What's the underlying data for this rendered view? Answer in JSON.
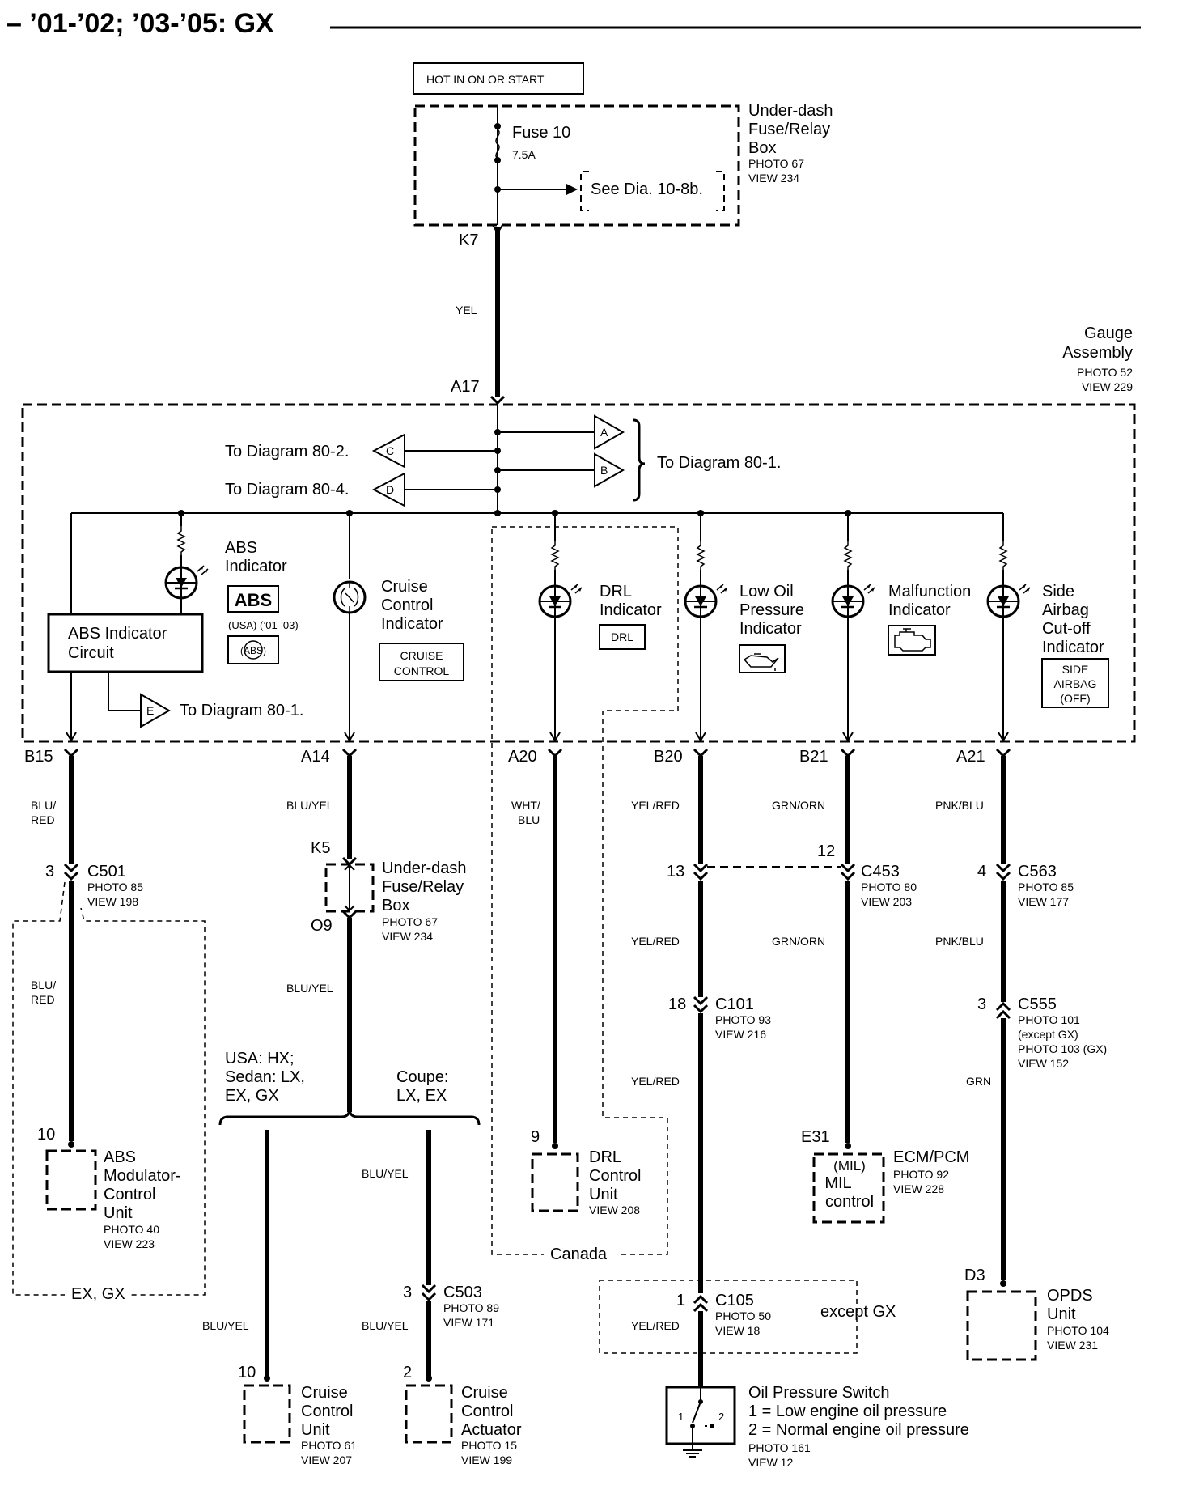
{
  "title": "– ’01-’02; ’03-’05: GX",
  "hot_label": "HOT IN ON OR START",
  "fuse_box": {
    "fuse_label": "Fuse 10",
    "fuse_rating": "7.5A",
    "see_dia": "See Dia. 10-8b.",
    "name_lines": [
      "Under-dash",
      "Fuse/Relay",
      "Box"
    ],
    "photo": "PHOTO 67",
    "view": "VIEW 234",
    "terminal": "K7"
  },
  "main_wire_color": "YEL",
  "gauge": {
    "name_lines": [
      "Gauge",
      "Assembly"
    ],
    "photo": "PHOTO 52",
    "view": "VIEW 229",
    "terminal": "A17",
    "to_diagram_c": "To Diagram 80-2.",
    "to_diagram_d": "To Diagram 80-4.",
    "to_diagram_ab": "To Diagram 80-1.",
    "to_diagram_e": "To Diagram 80-1.",
    "conn_a": "A",
    "conn_b": "B",
    "conn_c": "C",
    "conn_d": "D",
    "conn_e": "E",
    "abs_indicator_lines": [
      "ABS",
      "Indicator"
    ],
    "abs_symbol": "ABS",
    "abs_note": "(USA) (’01-’03)",
    "abs_circle_symbol": "(ABS)",
    "abs_circuit_lines": [
      "ABS Indicator",
      "Circuit"
    ],
    "cruise_indicator_lines": [
      "Cruise",
      "Control",
      "Indicator"
    ],
    "cruise_badge_lines": [
      "CRUISE",
      "CONTROL"
    ],
    "drl_indicator_lines": [
      "DRL",
      "Indicator"
    ],
    "drl_badge": "DRL",
    "oil_indicator_lines": [
      "Low Oil",
      "Pressure",
      "Indicator"
    ],
    "mal_indicator_lines": [
      "Malfunction",
      "Indicator"
    ],
    "airbag_indicator_lines": [
      "Side",
      "Airbag",
      "Cut-off",
      "Indicator"
    ],
    "airbag_badge_lines": [
      "SIDE",
      "AIRBAG",
      "(OFF)"
    ]
  },
  "abs_branch": {
    "terminal": "B15",
    "wire1_lines": [
      "BLU/",
      "RED"
    ],
    "conn_pin": "3",
    "conn": "C501",
    "conn_photo": "PHOTO 85",
    "conn_view": "VIEW 198",
    "wire2_lines": [
      "BLU/",
      "RED"
    ],
    "unit_pin": "10",
    "unit_lines": [
      "ABS",
      "Modulator-",
      "Control",
      "Unit"
    ],
    "unit_photo": "PHOTO 40",
    "unit_view": "VIEW 223",
    "region": "EX, GX"
  },
  "cruise_branch": {
    "terminal": "A14",
    "wire1": "BLU/YEL",
    "box_in": "K5",
    "box_out": "O9",
    "box_lines": [
      "Under-dash",
      "Fuse/Relay",
      "Box"
    ],
    "box_photo": "PHOTO 67",
    "box_view": "VIEW 234",
    "wire2": "BLU/YEL",
    "usa_lines": [
      "USA: HX;",
      "Sedan: LX,",
      "EX, GX"
    ],
    "coupe_lines": [
      "Coupe:",
      "LX, EX"
    ],
    "wire_left": "BLU/YEL",
    "wire_right_top": "BLU/YEL",
    "wire_right_bottom": "BLU/YEL",
    "c503_pin": "3",
    "c503": "C503",
    "c503_photo": "PHOTO 89",
    "c503_view": "VIEW 171",
    "unit_pin": "10",
    "unit_lines": [
      "Cruise",
      "Control",
      "Unit"
    ],
    "unit_photo": "PHOTO 61",
    "unit_view": "VIEW 207",
    "act_pin": "2",
    "act_lines": [
      "Cruise",
      "Control",
      "Actuator"
    ],
    "act_photo": "PHOTO 15",
    "act_view": "VIEW 199"
  },
  "drl_branch": {
    "terminal": "A20",
    "wire_lines": [
      "WHT/",
      "BLU"
    ],
    "unit_pin": "9",
    "unit_lines": [
      "DRL",
      "Control",
      "Unit"
    ],
    "unit_view": "VIEW 208",
    "region": "Canada"
  },
  "oil_branch": {
    "terminal": "B20",
    "wire1": "YEL/RED",
    "c453_pin": "13",
    "wire2": "YEL/RED",
    "c101_pin": "18",
    "c101": "C101",
    "c101_photo": "PHOTO 93",
    "c101_view": "VIEW 216",
    "wire3": "YEL/RED",
    "c105_pin": "1",
    "c105": "C105",
    "c105_photo": "PHOTO 50",
    "c105_view": "VIEW 18",
    "wire4": "YEL/RED",
    "except": "except GX",
    "switch_title": "Oil Pressure Switch",
    "switch_pin1": "1",
    "switch_pin2": "2",
    "switch_note1": "1 = Low engine oil pressure",
    "switch_note2": "2 = Normal engine oil pressure",
    "switch_photo": "PHOTO 161",
    "switch_view": "VIEW 12"
  },
  "mal_branch": {
    "terminal": "B21",
    "wire1": "GRN/ORN",
    "c453_pin": "12",
    "c453": "C453",
    "c453_photo": "PHOTO 80",
    "c453_view": "VIEW 203",
    "wire2": "GRN/ORN",
    "ecm_pin": "E31",
    "ecm_inner_lines": [
      "(MIL)",
      "MIL",
      "control"
    ],
    "ecm_name": "ECM/PCM",
    "ecm_photo": "PHOTO 92",
    "ecm_view": "VIEW 228"
  },
  "airbag_branch": {
    "terminal": "A21",
    "wire1": "PNK/BLU",
    "c563_pin": "4",
    "c563": "C563",
    "c563_photo": "PHOTO 85",
    "c563_view": "VIEW 177",
    "wire2": "PNK/BLU",
    "c555_pin": "3",
    "c555": "C555",
    "c555_photo1": "PHOTO 101",
    "c555_note1": "(except GX)",
    "c555_photo2": "PHOTO 103 (GX)",
    "c555_view": "VIEW 152",
    "wire3": "GRN",
    "unit_pin": "D3",
    "unit_lines": [
      "OPDS",
      "Unit"
    ],
    "unit_photo": "PHOTO 104",
    "unit_view": "VIEW 231"
  }
}
